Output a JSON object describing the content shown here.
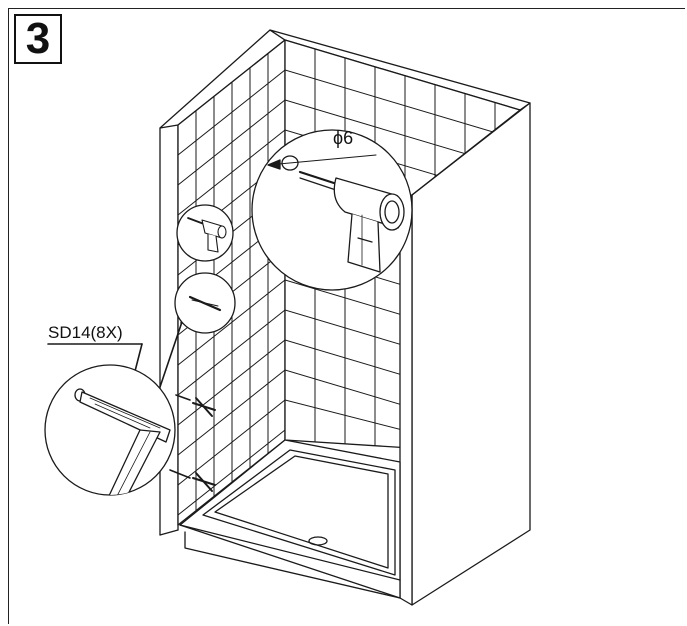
{
  "step": {
    "number": "3"
  },
  "callouts": {
    "part_label": "SD14(8X)",
    "drill_size": "ϕ6"
  },
  "icons": [
    "shower-enclosure-illustration",
    "drill-detail-icon",
    "small-drill-icon",
    "screw-detail-icon",
    "screw-insert-detail-icon"
  ],
  "colors": {
    "line": "#1a1a1a",
    "background": "#ffffff"
  }
}
